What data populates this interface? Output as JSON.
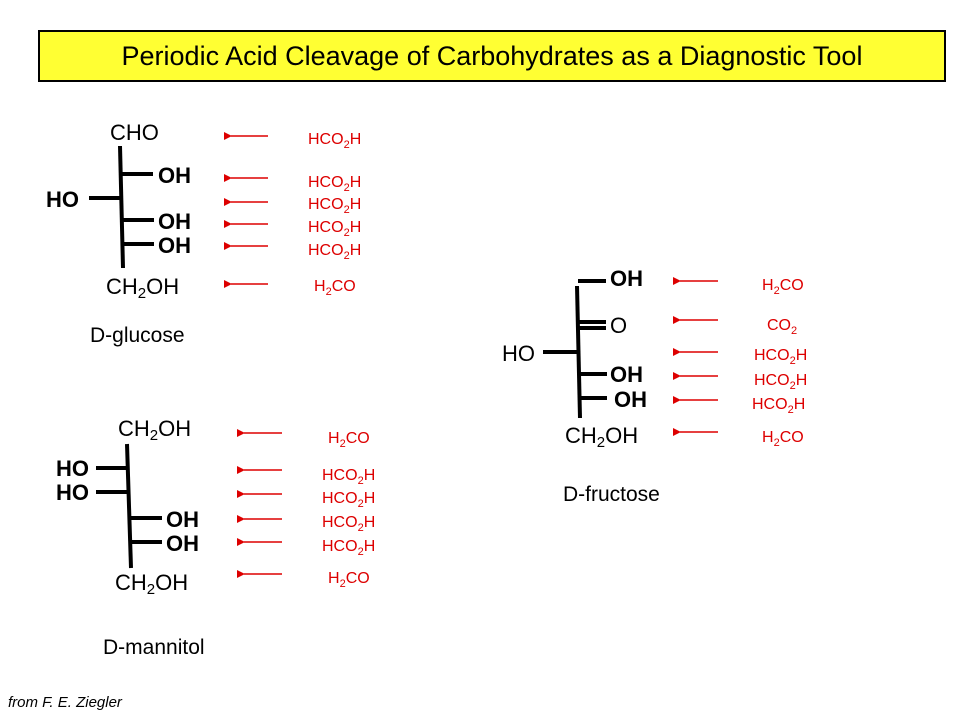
{
  "title": "Periodic Acid Cleavage of Carbohydrates as a Diagnostic Tool",
  "credit": "from F. E. Ziegler",
  "colors": {
    "title_bg": "#ffff33",
    "arrow": "#dd0000",
    "product_text": "#dd0000",
    "bond": "#000000"
  },
  "glucose": {
    "name": "D-glucose",
    "groups": [
      "CHO",
      "OH",
      "HO",
      "OH",
      "OH",
      "CH2OH"
    ],
    "products": [
      "HCO2H",
      "HCO2H",
      "HCO2H",
      "HCO2H",
      "HCO2H",
      "H2CO"
    ]
  },
  "fructose": {
    "name": "D-fructose",
    "groups": [
      "OH",
      "O",
      "HO",
      "OH",
      "OH",
      "CH2OH"
    ],
    "products": [
      "H2CO",
      "CO2",
      "HCO2H",
      "HCO2H",
      "HCO2H",
      "H2CO"
    ]
  },
  "mannitol": {
    "name": "D-mannitol",
    "groups": [
      "CH2OH",
      "HO",
      "HO",
      "OH",
      "OH",
      "CH2OH"
    ],
    "products": [
      "H2CO",
      "HCO2H",
      "HCO2H",
      "HCO2H",
      "HCO2H",
      "H2CO"
    ]
  }
}
